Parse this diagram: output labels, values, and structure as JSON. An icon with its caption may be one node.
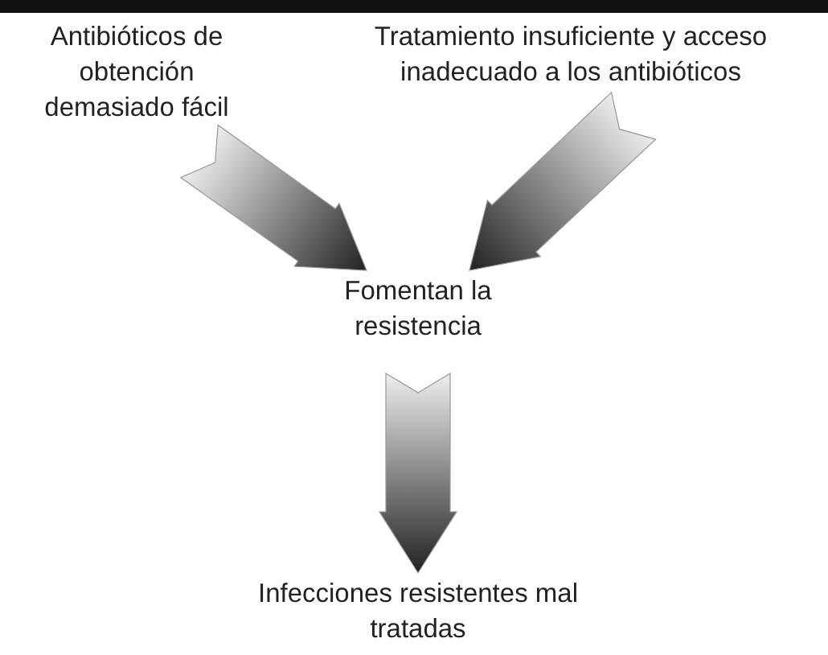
{
  "diagram": {
    "nodes": [
      {
        "text": [
          "Antibióticos de obtención demasiado fácil"
        ]
      },
      {
        "text": [
          "Tratamiento insuficiente y acceso inadecuado a los antibióticos"
        ]
      },
      {
        "text": [
          "Fomentan la resistencia"
        ]
      },
      {
        "text": [
          "Infecciones resistentes mal tratadas"
        ]
      }
    ],
    "edges": [
      {
        "from": 0,
        "to": 2,
        "arrow": "to"
      },
      {
        "from": 1,
        "to": 2,
        "arrow": "to"
      },
      {
        "from": 2,
        "to": 3,
        "arrow": "to"
      }
    ]
  }
}
